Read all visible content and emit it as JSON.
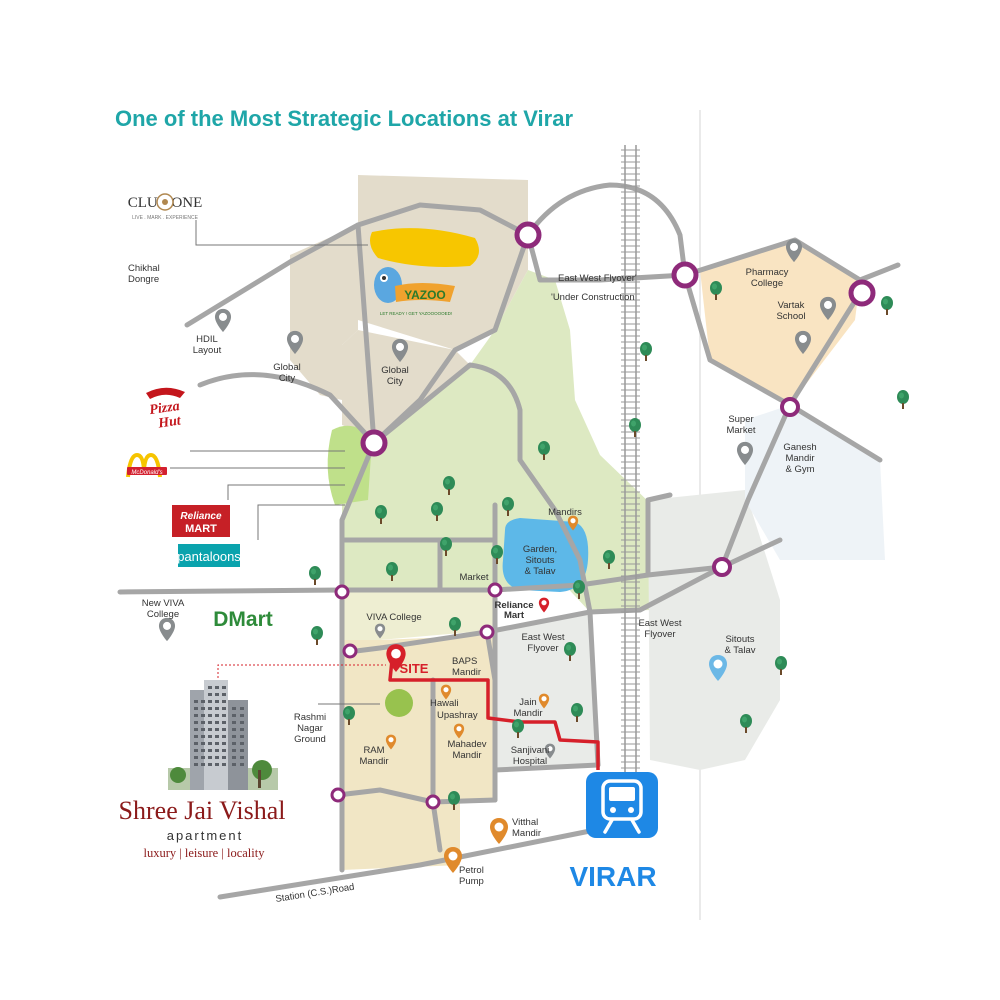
{
  "title": "One of the Most Strategic Locations at Virar",
  "brand": {
    "club_one": "CLUB ONE",
    "club_one_tagline": "LIVE . MARK . EXPERIENCE",
    "yazoo": "YAZOO",
    "yazoo_tagline": "LET READY ! GET YAZOOOOOED!",
    "pizza_hut_line1": "Pizza",
    "pizza_hut_line2": "Hut",
    "mcdonalds": "McDonald's",
    "reliance_line1": "Reliance",
    "reliance_line2": "MART",
    "pantaloons": "pantaloons",
    "dmart": "DMart"
  },
  "project": {
    "name": "Shree Jai Vishal",
    "type": "apartment",
    "tagline": "luxury | leisure | locality"
  },
  "station": {
    "name": "VIRAR"
  },
  "site_label": "SITE",
  "labels": {
    "chikhal_dongre": [
      "Chikhal",
      "Dongre"
    ],
    "hdil_layout": [
      "HDIL",
      "Layout"
    ],
    "global_city_1": [
      "Global",
      "City"
    ],
    "global_city_2": [
      "Global",
      "City"
    ],
    "east_west_flyover_top": "East West Flyover'",
    "under_construction": "'Under Construction",
    "pharmacy_college": [
      "Pharmacy",
      "College"
    ],
    "vartak_school": [
      "Vartak",
      "School"
    ],
    "super_market": [
      "Super",
      "Market"
    ],
    "ganesh_mandir": [
      "Ganesh",
      "Mandir",
      "& Gym"
    ],
    "mandirs": "Mandirs",
    "garden": [
      "Garden,",
      "Sitouts",
      "& Talav"
    ],
    "market": "Market",
    "reliance_mart": [
      "Reliance",
      "Mart"
    ],
    "new_viva_college": [
      "New VIVA",
      "College"
    ],
    "viva_college": "VIVA College",
    "east_west_flyover_mid": [
      "East West",
      "Flyover"
    ],
    "east_west_flyover_right": [
      "East West",
      "Flyover"
    ],
    "sitouts_talav": [
      "Sitouts",
      "& Talav"
    ],
    "baps_mandir": [
      "BAPS",
      "Mandir"
    ],
    "hawali": "Hawali",
    "upashray": "Upashray",
    "jain_mandir": [
      "Jain",
      "Mandir"
    ],
    "rashmi_nagar_ground": [
      "Rashmi",
      "Nagar",
      "Ground"
    ],
    "ram_mandir": [
      "RAM",
      "Mandir"
    ],
    "mahadev_mandir": [
      "Mahadev",
      "Mandir"
    ],
    "sanjivani_hospital": [
      "Sanjivani",
      "Hospital"
    ],
    "vitthal_mandir": [
      "Vitthal",
      "Mandir"
    ],
    "petrol_pump": [
      "Petrol",
      "Pump"
    ],
    "station_road": "Station (C.S.)Road"
  },
  "colors": {
    "title": "#1fa6a8",
    "road": "#a6a6a6",
    "junction": "#8e2a7a",
    "route": "#d6202a",
    "green_zone": "#dde9c2",
    "beige_zone": "#e3dccb",
    "peach_zone": "#f9e4c2",
    "grey_zone": "#e9ebe8",
    "site_zone": "#f1e6c5",
    "garden_water": "#5db8e8",
    "station": "#1e88e5"
  },
  "icons": {
    "pin_grey": "map-pin-grey-icon",
    "pin_orange": "map-pin-orange-icon",
    "pin_red": "map-pin-red-icon",
    "pin_blue": "map-pin-blue-icon",
    "tree": "tree-icon",
    "train": "train-icon",
    "junction": "junction-marker-icon"
  }
}
